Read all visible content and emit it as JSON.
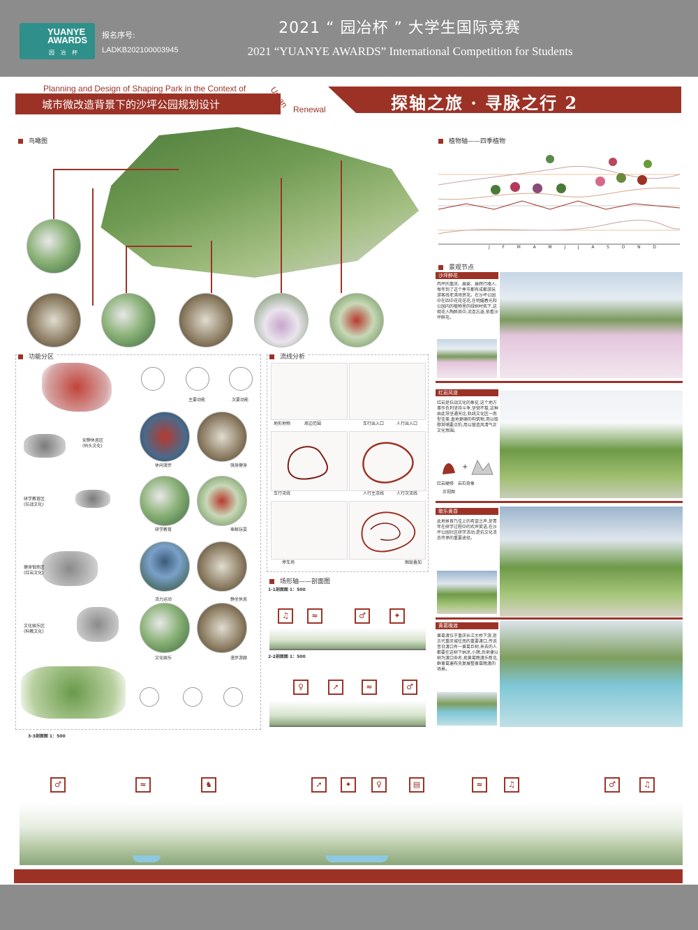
{
  "header": {
    "logo_line1": "YUANYE",
    "logo_line2": "AWARDS",
    "logo_sub": "园 冶 杯",
    "reg_label": "报名序号:",
    "reg_number": "LADKB202100003945",
    "title_cn": "2021 “ 园冶杯 ” 大学生国际竞赛",
    "title_en": "2021 “YUANYE AWARDS” International Competition for  Students"
  },
  "project": {
    "title_en_a": "Planning and Design of Shaping Park in the Context of",
    "title_en_b": "Urban",
    "title_en_c": "Renewal",
    "title_cn": "城市微改造背景下的沙坪公园规划设计",
    "series": "探轴之旅 · 寻脉之行 2"
  },
  "sections": {
    "aerial": "鸟瞰图",
    "zoning": "功能分区",
    "circulation": "流线分析",
    "axis": "场形轴——剖面图",
    "plants": "植物轴——四季植物",
    "nodes": "景观节点",
    "section3": "3-3剖面图  1：500"
  },
  "zoning": {
    "zones": [
      "安静休息区\n(码头文化)",
      "研学教育区\n(抗战文化)",
      "健身锻炼区\n(红岩文化)",
      "文化娱乐区\n(科教文化)"
    ],
    "moves": [
      "主要动能",
      "次要动能"
    ],
    "activities": [
      "休闲漫步",
      "强身健身",
      "研学教育",
      "奉献玩耍",
      "活力运动",
      "静坐休息",
      "文化娱乐",
      "漫步游廊"
    ]
  },
  "circulation": {
    "legend": [
      "地形地物",
      "周边范围",
      "车行出入口",
      "人行出入口",
      "车行流线",
      "人行主流线",
      "人行次流线",
      "停车场",
      "图层叠加"
    ]
  },
  "sections_label": {
    "s1": "1-1剖面图  1：500",
    "s2": "2-2剖面图  1：500"
  },
  "months": [
    "J",
    "F",
    "M",
    "A",
    "M",
    "J",
    "J",
    "A",
    "S",
    "O",
    "N",
    "D"
  ],
  "nodes": [
    {
      "name": "沙坪醉花",
      "text": "丙坪的重庆、晨雾、晨辉行路人,每年到了这个季节都有成都游玩游客找老沸场赏花。在沙坪公园中在四中花花花花,在明媚春光和公园内的植物里的绿树村拓下,这观花人陶醉其中,流连忘返,依看沙坪醉花。"
    },
    {
      "name": "红岩风道",
      "text": "红岩是抗战文化的象征,这个地方事作负判坚持斗争,坚韧不拔,这种由此导坚通天比,轨线文化区一南型佳美,直地更硬的构筑物,用以取穆其哺要点豹,用以营造风清气正文化氛围。",
      "tags": [
        "红岩硬修",
        "岩石奇象",
        "正视图"
      ]
    },
    {
      "name": "歌乐黄昏",
      "text": "此地景首乃佳上的希望之声,是青年在研学过程中的欢声笑语,在沙坪公园社区研学活动,是抗文化活态传承的重要途径。"
    },
    {
      "name": "黄葛晚渡",
      "text": "黄葛渡位于重庆长江大桥下游,是古代重庆城往南的重要渡口,传说昔日渡口有一黄葛巨树,来去的人都要在这树下纳凉,小憩,后来便以树为渡口命名,现黄葛晚渡乐新北,群黄葛遍布充复展整黄葛晚渡的场景。"
    }
  ],
  "colors": {
    "accent": "#9c3226",
    "header_gray": "#8c8c8c",
    "logo_teal": "#2f8f8a"
  }
}
